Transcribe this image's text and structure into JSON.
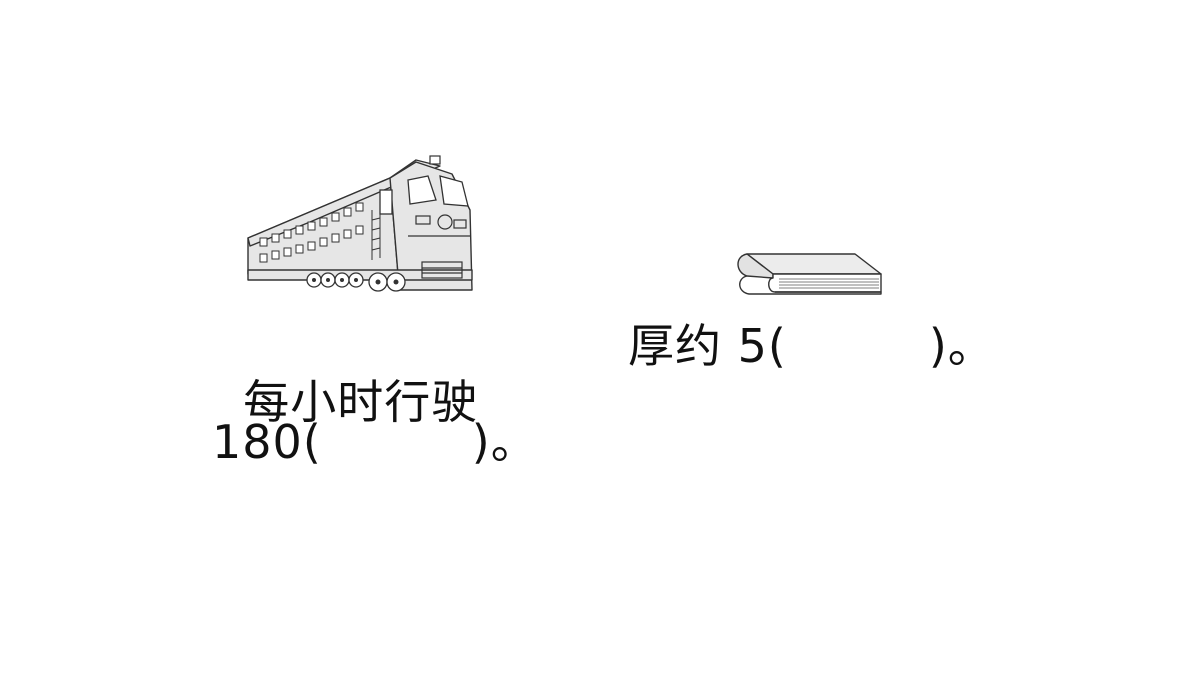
{
  "questions": [
    {
      "text_line1": "每小时行驶",
      "number": "180",
      "open_paren": "(",
      "close_paren": ")",
      "period": "。",
      "illustration": "train-icon"
    },
    {
      "text_line1": "厚约 5",
      "open_paren": "(",
      "close_paren": ")",
      "period": "。",
      "illustration": "book-icon"
    }
  ]
}
